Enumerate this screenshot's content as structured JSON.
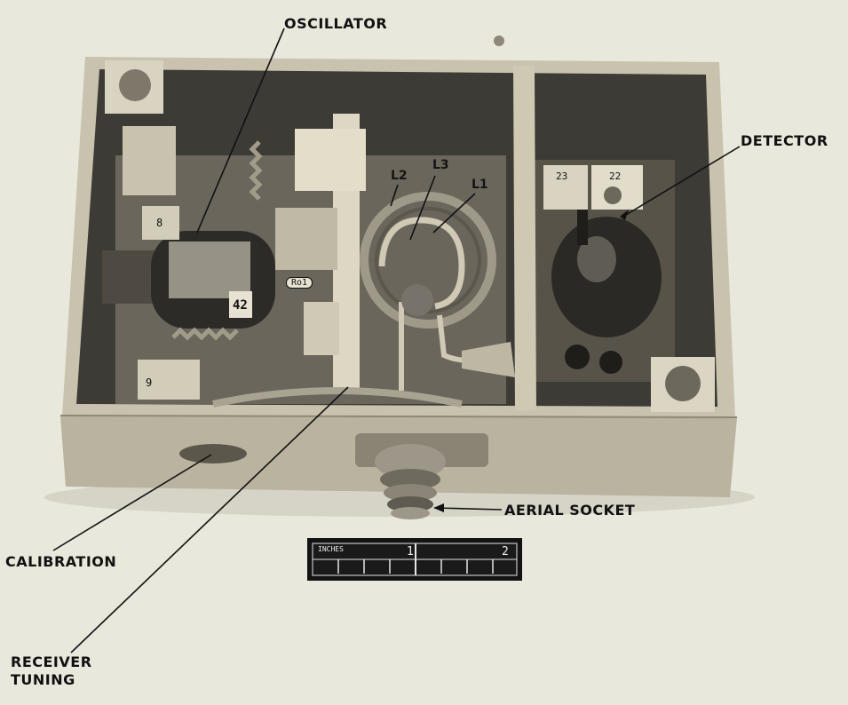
{
  "labels": {
    "oscillator": "OSCILLATOR",
    "detector": "DETECTOR",
    "calibration": "CALIBRATION",
    "receiver_tuning_line1": "RECEIVER",
    "receiver_tuning_line2": "TUNING",
    "aerial_socket": "AERIAL SOCKET"
  },
  "coils": {
    "l1": "L1",
    "l2": "L2",
    "l3": "L3"
  },
  "component_tags": {
    "ro1": "Ro1",
    "tube_number": "42",
    "terminal_8": "8",
    "terminal_9": "9",
    "terminal_23": "23",
    "terminal_22": "22"
  },
  "scale": {
    "unit": "INCHES",
    "mark_1": "1",
    "mark_2": "2"
  },
  "colors": {
    "background": "#e9e8dc",
    "box_wood": "#b9b3a0",
    "box_interior": "#3d3b35",
    "ink": "#111111"
  }
}
